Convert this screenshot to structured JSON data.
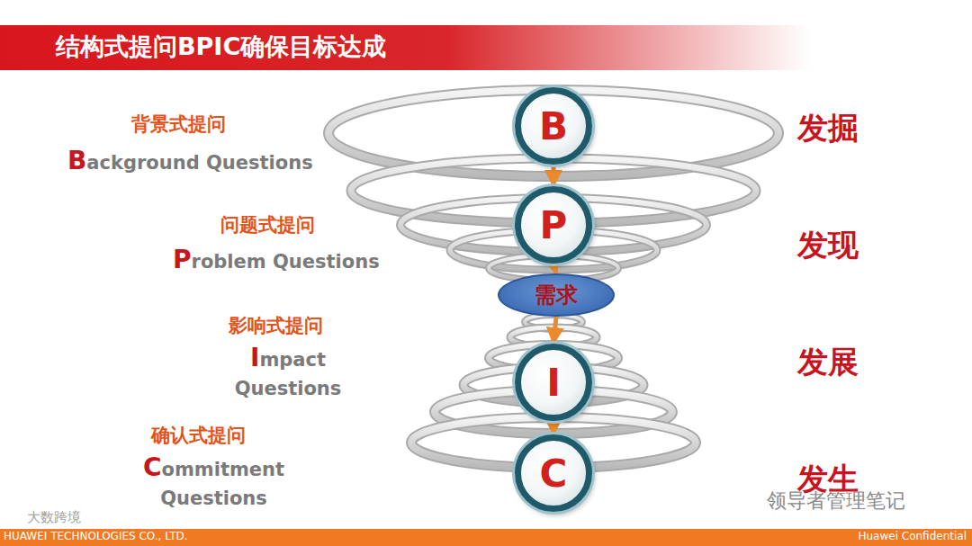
{
  "diagram": {
    "title": "结构式提问BPIC确保目标达成",
    "nodes": [
      {
        "text": [
          "B"
        ]
      },
      {
        "text": [
          "P"
        ]
      },
      {
        "text": [
          "需求"
        ]
      },
      {
        "text": [
          "I"
        ]
      },
      {
        "text": [
          "C"
        ]
      }
    ],
    "edges": [
      {
        "from": 0,
        "to": 1,
        "arrow": "to"
      },
      {
        "from": 1,
        "to": 2,
        "arrow": "to"
      },
      {
        "from": 2,
        "to": 3,
        "arrow": "to"
      },
      {
        "from": 3,
        "to": 4,
        "arrow": "to"
      }
    ],
    "labels": [
      "背景式提问",
      "Background Questions",
      "问题式提问",
      "Problem Questions",
      "影响式提问",
      "Impact Questions",
      "确认式提问",
      "Commitment Questions",
      "发掘",
      "发现",
      "发展",
      "发生",
      "HUAWEI TECHNOLOGIES CO., LTD.",
      "Huawei Confidential",
      "领导者管理笔记",
      "大数跨境"
    ]
  }
}
